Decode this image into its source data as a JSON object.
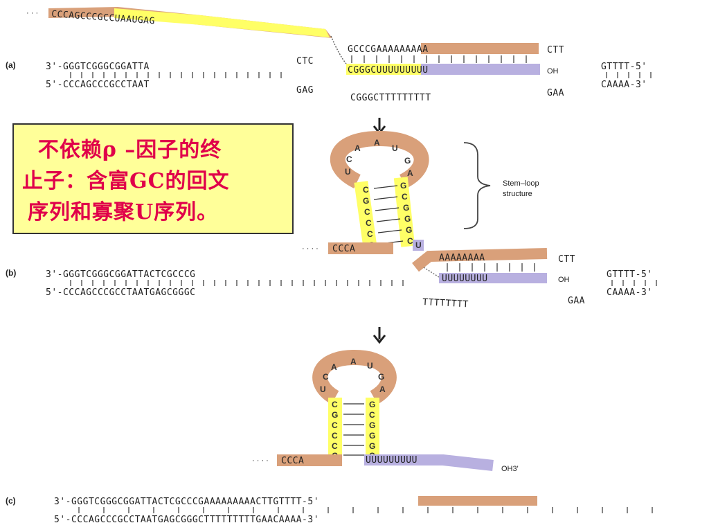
{
  "note": {
    "line1": "  不依赖ρ –因子的终",
    "line2": "止子：含富GC的回文",
    "line3": "序列和寡聚U序列。"
  },
  "panels": {
    "a": {
      "label": "(a)",
      "rna_top": "CCCAGCCCGCCUAAUGAG",
      "dna_top_left": "3'-GGGTCGGGCGGATTA",
      "dna_bottom_left": "5'-CCCAGCCCGCCTAAT",
      "bubble_top_letters": "CTC",
      "bubble_bottom_letters": "GAG",
      "hybrid_dna_top": "GCCCGAAAAAAAAA",
      "hybrid_rna": "CGGGCUUUUUUUUU",
      "oh": "OH",
      "dna_bottom_mid": "CGGGCTTTTTTTTT",
      "right_top_letters": "CTT",
      "right_bottom_letters": "GAA",
      "dna_top_right": "GTTTT-5'",
      "dna_bottom_right": "CAAAA-3'"
    },
    "b": {
      "label": "(b)",
      "rna_tail": "CCCA",
      "stem_left": "CGCCCG",
      "stem_right": "GCGGGC",
      "loop": "UCAAUGA",
      "dna_top": "3'-GGGTCGGGCGGATTACTCGCCCG",
      "dna_bottom": "5'-CCCAGCCCGCCTAATGAGCGGGC",
      "hybrid_dna_top": "AAAAAAAA",
      "hybrid_rna": "UUUUUUUU",
      "oh": "OH",
      "dna_bottom_tail": "TTTTTTTT",
      "right_top_letters": "CTT",
      "right_bottom_letters": "GAA",
      "dna_top_right": "GTTTT-5'",
      "dna_bottom_right": "CAAAA-3'",
      "annotation_line1": "Stem–loop",
      "annotation_line2": "structure"
    },
    "c": {
      "label": "(c)",
      "rna_tail": "CCCA",
      "stem_left": "CGCCCG",
      "stem_right": "GCGGGC",
      "loop": "UCAAUGA",
      "polyU": "UUUUUUUUU",
      "oh3": "OH3'",
      "dna_top": "3'-GGGTCGGGCGGATTACTCGCCCGAAAAAAAAACTTGTTTT-5'",
      "dna_bottom": "5'-CCCAGCCCGCCTAATGAGCGGGCTTTTTTTTTGAACAAAA-3'"
    }
  },
  "colors": {
    "rna_tan": "#d9a07a",
    "gc_yellow": "#ffff66",
    "u_lavender": "#b8b0e0",
    "note_text": "#e0004a",
    "note_bg": "#ffff99"
  }
}
